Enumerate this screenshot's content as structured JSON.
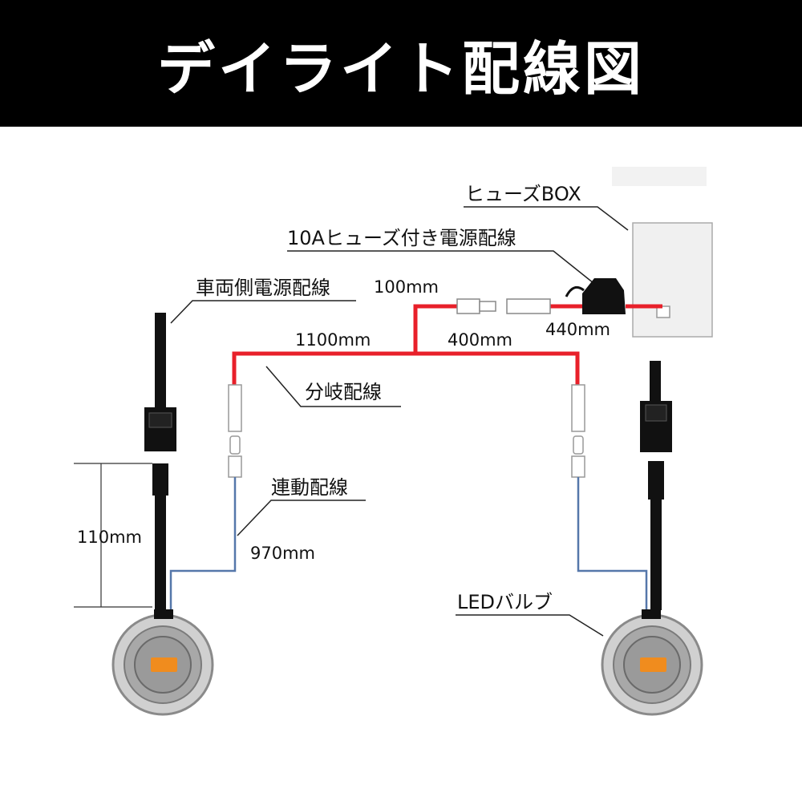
{
  "title": "デイライト配線図",
  "labels": {
    "fuse_box": "ヒューズBOX",
    "fuse_wire": "10Aヒューズ付き電源配線",
    "vehicle_power": "車両側電源配線",
    "branch": "分岐配線",
    "linked": "連動配線",
    "led_bulb": "LEDバルブ"
  },
  "dimensions": {
    "d100": "100mm",
    "d1100": "1100mm",
    "d400": "400mm",
    "d440": "440mm",
    "d970": "970mm",
    "d110": "110mm"
  },
  "colors": {
    "power_wire": "#e8202a",
    "signal_wire": "#5577aa",
    "vehicle_wire": "#111111",
    "led": "#f08c1e"
  }
}
